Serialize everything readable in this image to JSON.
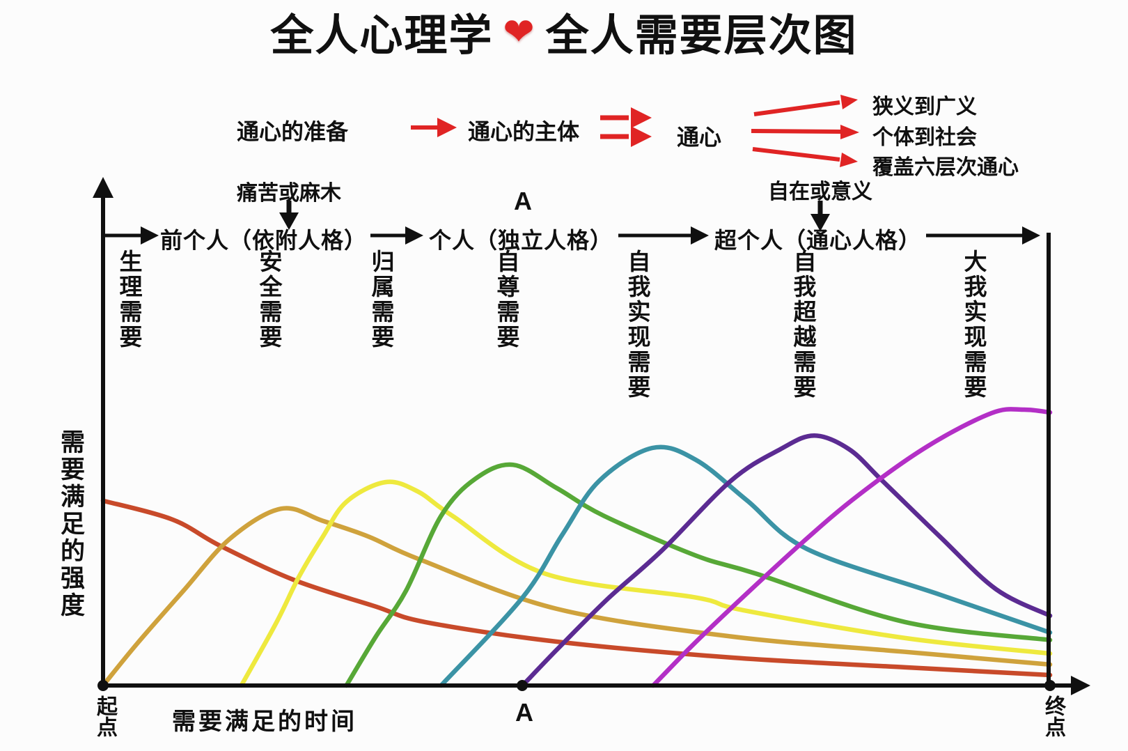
{
  "colors": {
    "ink": "#101010",
    "accent_red": "#e02424",
    "heart_red": "#e02424"
  },
  "title": {
    "left": "全人心理学",
    "heart_icon": "❤",
    "right": "全人需要层次图"
  },
  "flow": {
    "prep": "通心的准备",
    "subject": "通心的主体",
    "tongxin": "通心",
    "outcome_1": "狭义到广义",
    "outcome_2": "个体到社会",
    "outcome_3": "覆盖六层次通心"
  },
  "stages": {
    "pain_note": "痛苦或麻木",
    "ease_note": "自在或意义",
    "marker_top": "A",
    "pre_personal": "前个人（依附人格）",
    "personal": "个人（独立人格）",
    "transpersonal": "超个人（通心人格）"
  },
  "axes": {
    "y_label": "需要满足的强度",
    "x_label": "需要满足的时间",
    "start": "起点",
    "end": "终点",
    "marker_bottom": "A"
  },
  "chart_data": {
    "type": "line",
    "title": "全人需要层次图",
    "xlabel": "需要满足的时间",
    "ylabel": "需要满足的强度",
    "x_range_labels": {
      "start": "起点",
      "end": "终点"
    },
    "x_axis_marker": {
      "label": "A",
      "x": 0.443
    },
    "grid": false,
    "legend_position": "column-labels-above-curves",
    "x_range": [
      0,
      1
    ],
    "y_range": [
      0,
      1
    ],
    "series": [
      {
        "name": "生理需要",
        "color": "#c84a2a",
        "points": [
          [
            0,
            0.67
          ],
          [
            0.073,
            0.602
          ],
          [
            0.124,
            0.506
          ],
          [
            0.202,
            0.382
          ],
          [
            0.288,
            0.286
          ],
          [
            0.34,
            0.23
          ],
          [
            0.479,
            0.159
          ],
          [
            0.665,
            0.101
          ],
          [
            0.847,
            0.066
          ],
          [
            1,
            0.038
          ]
        ]
      },
      {
        "name": "安全需要",
        "color": "#cfa23c",
        "points": [
          [
            0,
            0.0
          ],
          [
            0.036,
            0.152
          ],
          [
            0.085,
            0.344
          ],
          [
            0.134,
            0.532
          ],
          [
            0.188,
            0.641
          ],
          [
            0.232,
            0.597
          ],
          [
            0.281,
            0.539
          ],
          [
            0.335,
            0.456
          ],
          [
            0.479,
            0.278
          ],
          [
            0.665,
            0.177
          ],
          [
            0.847,
            0.122
          ],
          [
            1,
            0.076
          ]
        ]
      },
      {
        "name": "归属需要",
        "color": "#eee93e",
        "points": [
          [
            0.146,
            0.0
          ],
          [
            0.183,
            0.228
          ],
          [
            0.207,
            0.395
          ],
          [
            0.232,
            0.539
          ],
          [
            0.257,
            0.666
          ],
          [
            0.298,
            0.737
          ],
          [
            0.332,
            0.704
          ],
          [
            0.369,
            0.615
          ],
          [
            0.467,
            0.405
          ],
          [
            0.626,
            0.319
          ],
          [
            0.676,
            0.273
          ],
          [
            0.847,
            0.172
          ],
          [
            1,
            0.116
          ]
        ]
      },
      {
        "name": "自尊需要",
        "color": "#57a837",
        "points": [
          [
            0.257,
            0.0
          ],
          [
            0.288,
            0.177
          ],
          [
            0.32,
            0.344
          ],
          [
            0.357,
            0.615
          ],
          [
            0.393,
            0.749
          ],
          [
            0.433,
            0.8
          ],
          [
            0.479,
            0.716
          ],
          [
            0.529,
            0.615
          ],
          [
            0.626,
            0.471
          ],
          [
            0.69,
            0.405
          ],
          [
            0.847,
            0.23
          ],
          [
            1,
            0.165
          ]
        ]
      },
      {
        "name": "自我实现需要",
        "color": "#3b93a5",
        "points": [
          [
            0.357,
            0.0
          ],
          [
            0.443,
            0.319
          ],
          [
            0.485,
            0.547
          ],
          [
            0.524,
            0.742
          ],
          [
            0.58,
            0.861
          ],
          [
            0.626,
            0.818
          ],
          [
            0.68,
            0.671
          ],
          [
            0.744,
            0.494
          ],
          [
            0.884,
            0.329
          ],
          [
            1,
            0.192
          ]
        ]
      },
      {
        "name": "自我超越需要",
        "color": "#5b2b92",
        "points": [
          [
            0.443,
            0.0
          ],
          [
            0.479,
            0.129
          ],
          [
            0.532,
            0.311
          ],
          [
            0.59,
            0.489
          ],
          [
            0.663,
            0.742
          ],
          [
            0.715,
            0.856
          ],
          [
            0.751,
            0.906
          ],
          [
            0.788,
            0.856
          ],
          [
            0.823,
            0.742
          ],
          [
            0.884,
            0.539
          ],
          [
            0.943,
            0.349
          ],
          [
            1,
            0.253
          ]
        ]
      },
      {
        "name": "大我实现需要",
        "color": "#b32fc6",
        "points": [
          [
            0.581,
            0.0
          ],
          [
            0.619,
            0.134
          ],
          [
            0.665,
            0.286
          ],
          [
            0.737,
            0.514
          ],
          [
            0.798,
            0.691
          ],
          [
            0.871,
            0.868
          ],
          [
            0.938,
            0.987
          ],
          [
            0.972,
            1.0
          ],
          [
            1,
            0.99
          ]
        ]
      }
    ]
  }
}
